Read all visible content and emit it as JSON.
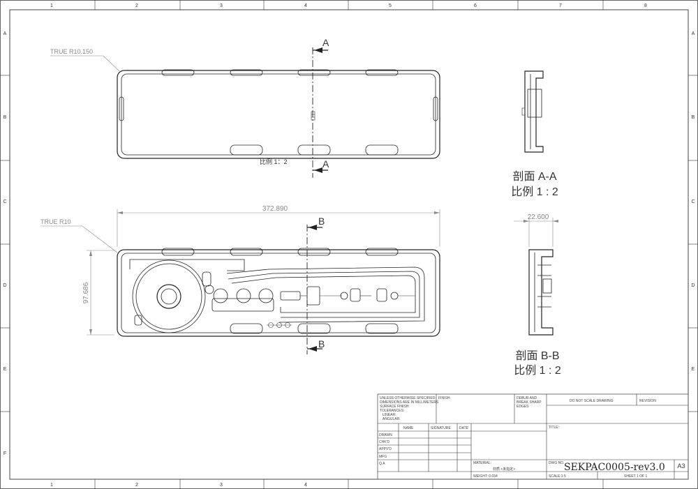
{
  "grid": {
    "columns": [
      "1",
      "2",
      "3",
      "4",
      "5",
      "6",
      "7",
      "8"
    ],
    "rows": [
      "A",
      "B",
      "C",
      "D",
      "E",
      "F"
    ]
  },
  "top_view": {
    "radius_label": "TRUE R10.150",
    "scale_label": "比例 1：2",
    "section_letter": "A"
  },
  "bottom_view": {
    "radius_label": "TRUE R10",
    "length_dim": "372.890",
    "width_dim": "97.686",
    "section_letter": "B"
  },
  "section_a": {
    "title": "剖面 A-A",
    "scale": "比例 1 : 2"
  },
  "section_b": {
    "title": "剖面 B-B",
    "scale": "比例 1 : 2",
    "depth_dim": "22.600"
  },
  "title_block": {
    "unless_lines": [
      "UNLESS OTHERWISE SPECIFIED:",
      "DIMENSIONS ARE IN MILLIMETERS",
      "SURFACE FINISH:",
      "TOLERANCES:",
      "LINEAR:",
      "ANGULAR:"
    ],
    "finish": "FINISH:",
    "deburr_lines": [
      "DEBUR AND",
      "BREAK SHARP",
      "EDGES"
    ],
    "do_not_scale": "DO NOT SCALE DRAWING",
    "revision": "REVISION",
    "col_name": "NAME",
    "col_signature": "SIGNATURE",
    "col_date": "DATE",
    "rows": [
      "DRAWN",
      "CHK'D",
      "APPV'D",
      "MFG",
      "Q.A"
    ],
    "title_label": "TITLE:",
    "material_label": "MATERIAL:",
    "material_value": "材质 <未指定>",
    "dwg_no_label": "DWG NO.",
    "dwg_no": "SEKPAC0005-rev3.0",
    "size": "A3",
    "weight": "WEIGHT: 0.034",
    "scale": "SCALE:1:5",
    "sheet": "SHEET 1 OF 1"
  }
}
